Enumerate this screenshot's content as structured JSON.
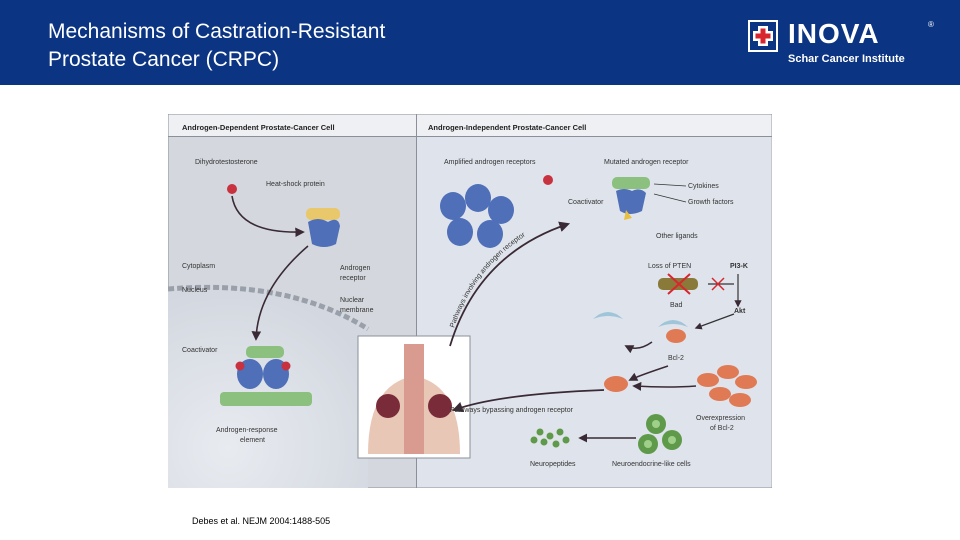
{
  "slide": {
    "title_line1": "Mechanisms of Castration-Resistant",
    "title_line2": "Prostate Cancer (CRPC)",
    "citation": "Debes et al.  NEJM 2004:1488-505"
  },
  "logo": {
    "name": "INOVA",
    "registered": "®",
    "subtitle": "Schar Cancer Institute"
  },
  "figure": {
    "left_panel_title": "Androgen-Dependent Prostate-Cancer Cell",
    "right_panel_title": "Androgen-Independent Prostate-Cancer Cell",
    "labels": {
      "dihydrotestosterone": "Dihydrotestosterone",
      "heat_shock_protein": "Heat-shock protein",
      "cytoplasm": "Cytoplasm",
      "nucleus": "Nucleus",
      "androgen": "Androgen",
      "receptor": "receptor",
      "nuclear": "Nuclear",
      "membrane": "membrane",
      "coactivator_left": "Coactivator",
      "androgen_response": "Androgen-response",
      "element": "element",
      "amplified_receptors": "Amplified androgen receptors",
      "mutated_receptor": "Mutated androgen receptor",
      "coactivator_right": "Coactivator",
      "cytokines": "Cytokines",
      "growth_factors": "Growth factors",
      "other_ligands": "Other ligands",
      "pathways_involving": "Pathways involving androgen receptor",
      "loss_of_pten": "Loss of PTEN",
      "pi3k": "PI3-K",
      "bad": "Bad",
      "akt": "Akt",
      "bcl2": "Bcl-2",
      "pathways_bypassing": "Pathways bypassing androgen receptor",
      "overexpression": "Overexpression",
      "of_bcl2": "of Bcl-2",
      "neuropeptides": "Neuropeptides",
      "neuroendocrine_cells": "Neuroendocrine-like cells"
    }
  },
  "colors": {
    "header": "#0b3483",
    "receptor": "#4f6fb8",
    "hormone": "#c8323f",
    "hsp": "#e8c86a",
    "coactivator": "#8cc07e",
    "bcl2": "#e07a55",
    "neuro": "#5e9a4a"
  }
}
